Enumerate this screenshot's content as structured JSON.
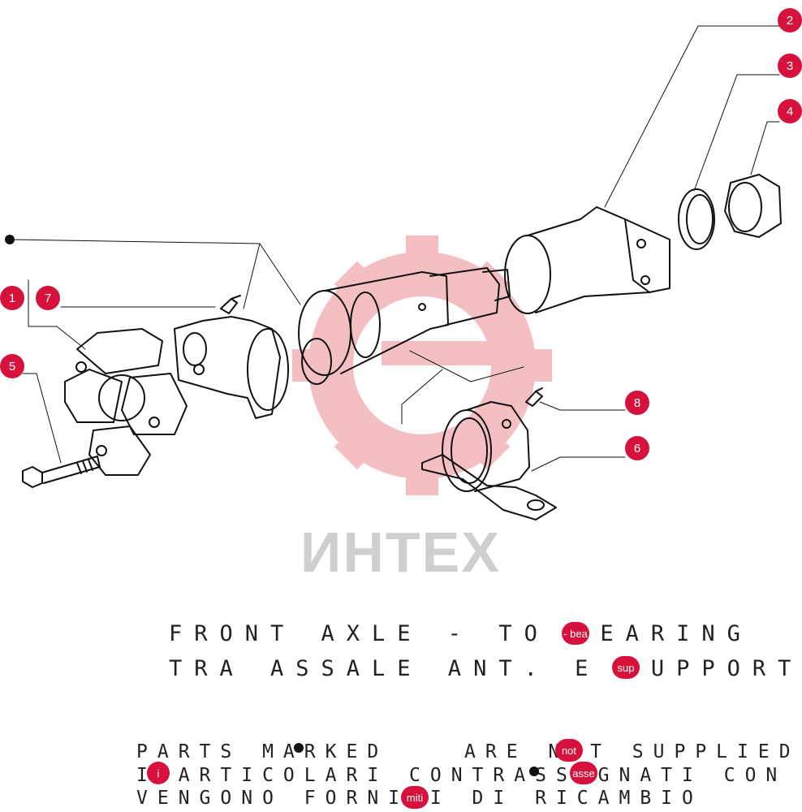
{
  "watermark": {
    "text": "ИНТЕХ",
    "color": "#f3b9bd"
  },
  "accent_color": "#d6123c",
  "callouts": [
    "1",
    "2",
    "3",
    "4",
    "5",
    "6",
    "7",
    "8"
  ],
  "title": {
    "line1": "FRONT AXLE - TO BEARING",
    "line2": "TRA ASSALE ANT. E SUPPORTO"
  },
  "title_tags": {
    "tag1": "- bea",
    "tag2": "sup"
  },
  "notes": {
    "line1_a": "PARTS MARKED",
    "line1_b": "ARE NOT SUPPLIED",
    "line2": "I ARTICOLARI CONTRASSEGNATI CON",
    "line3": "VENGONO FORNITI DI RICAMBIO"
  },
  "note_tags": {
    "tag_not": "not",
    "tag_i": "i",
    "tag_asse": "asse",
    "tag_miti": "miti"
  }
}
